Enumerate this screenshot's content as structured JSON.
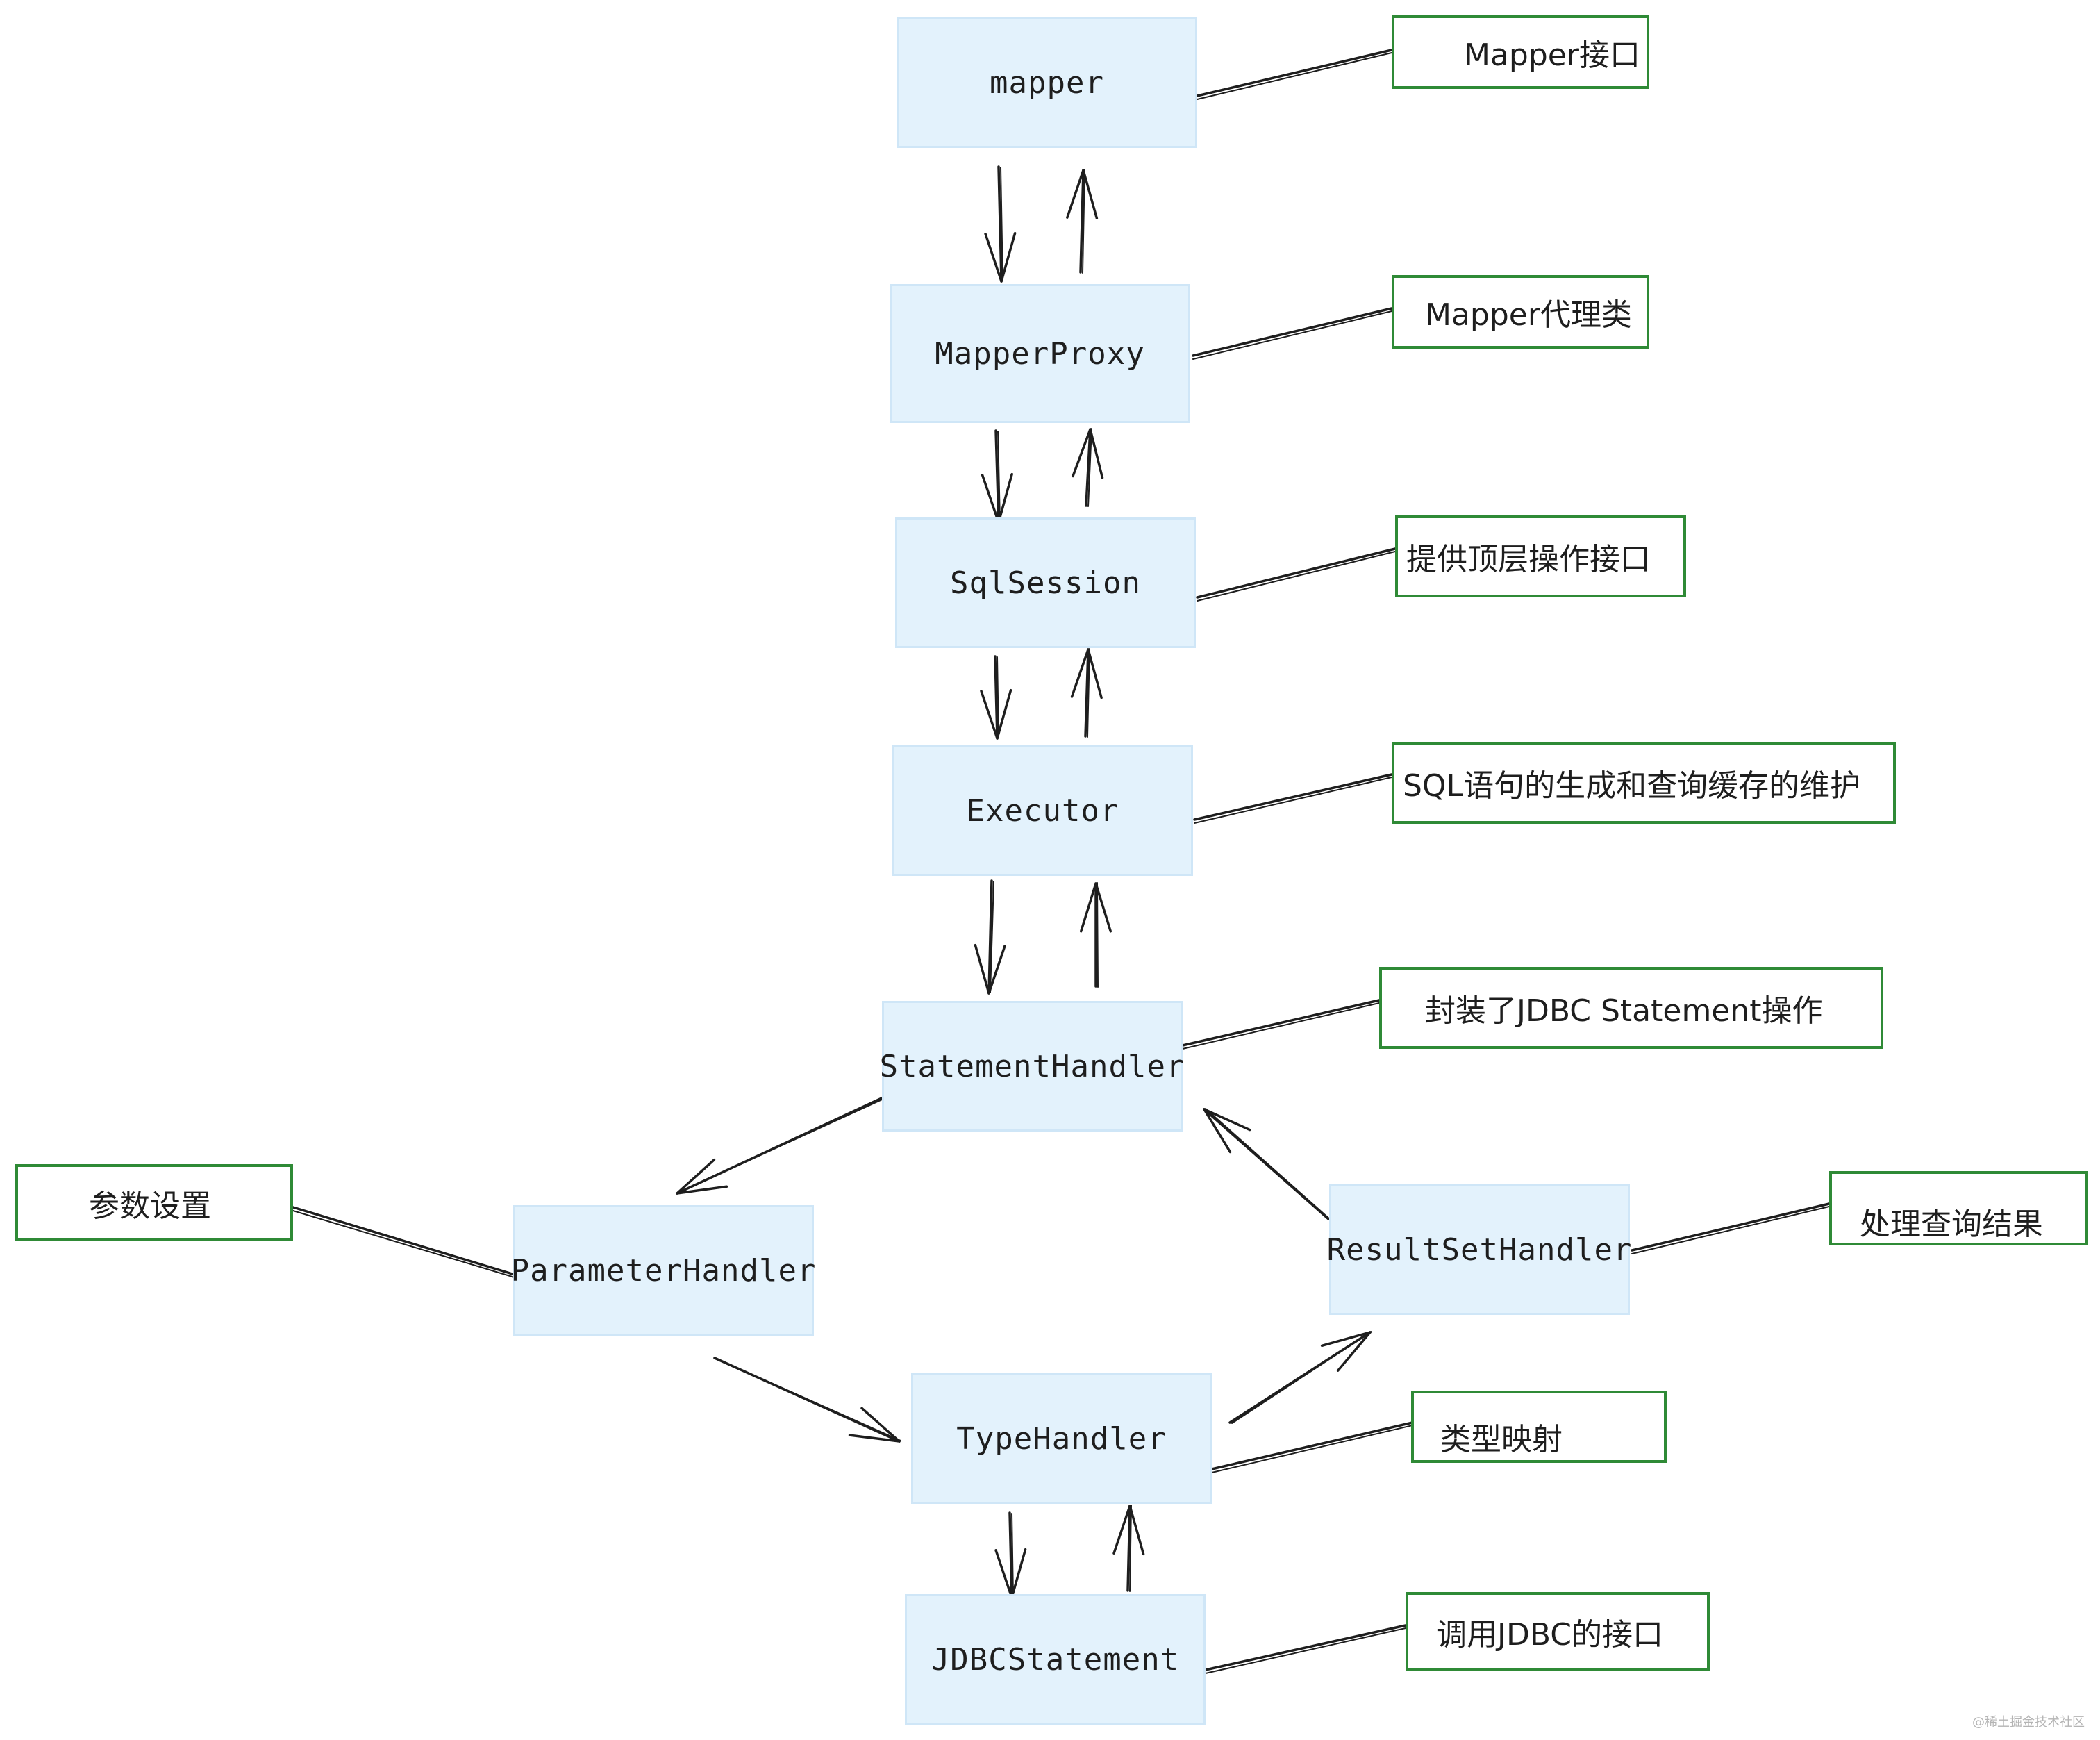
{
  "nodes": {
    "mapper": "mapper",
    "mapper_proxy": "MapperProxy",
    "sql_session": "SqlSession",
    "executor": "Executor",
    "statement_handler": "StatementHandler",
    "parameter_handler": "ParameterHandler",
    "result_set_handler": "ResultSetHandler",
    "type_handler": "TypeHandler",
    "jdbc_statement": "JDBCStatement"
  },
  "notes": {
    "mapper": "Mapper接口",
    "mapper_proxy": "Mapper代理类",
    "sql_session": "提供顶层操作接口",
    "executor": "SQL语句的生成和查询缓存的维护",
    "statement_handler": "封装了JDBC Statement操作",
    "parameter_handler": "参数设置",
    "result_set_handler": "处理查询结果",
    "type_handler": "类型映射",
    "jdbc_statement": "调用JDBC的接口"
  },
  "colors": {
    "node_fill": "#e3f2fc",
    "note_border": "#2f8a36",
    "stroke": "#1e1e1e"
  },
  "watermark": "@稀土掘金技术社区"
}
